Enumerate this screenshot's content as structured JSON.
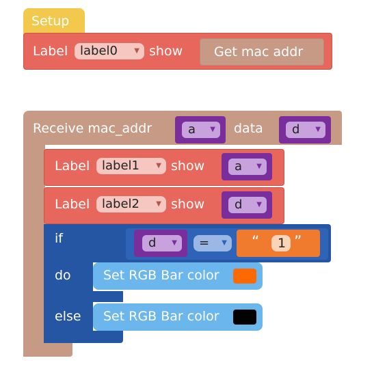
{
  "setup": {
    "hat_label": "Setup",
    "label_text": "Label",
    "label_var": "label0",
    "show_text": "show",
    "get_mac": "Get mac addr"
  },
  "receive": {
    "title": "Receive mac_addr",
    "var_a": "a",
    "data_text": "data",
    "var_d": "d",
    "label1_text": "Label",
    "label1_var": "label1",
    "label1_show": "show",
    "label1_value": "a",
    "label2_text": "Label",
    "label2_var": "label2",
    "label2_show": "show",
    "label2_value": "d",
    "if_text": "if",
    "if_left": "d",
    "if_op": "=",
    "if_open_quote": "“",
    "if_value": "1",
    "if_close_quote": "”",
    "do_text": "do",
    "do_action": "Set RGB Bar color",
    "do_color": "#ff6a00",
    "else_text": "else",
    "else_action": "Set RGB Bar color",
    "else_color": "#000000"
  },
  "icons": {
    "dropdown": "▼"
  }
}
